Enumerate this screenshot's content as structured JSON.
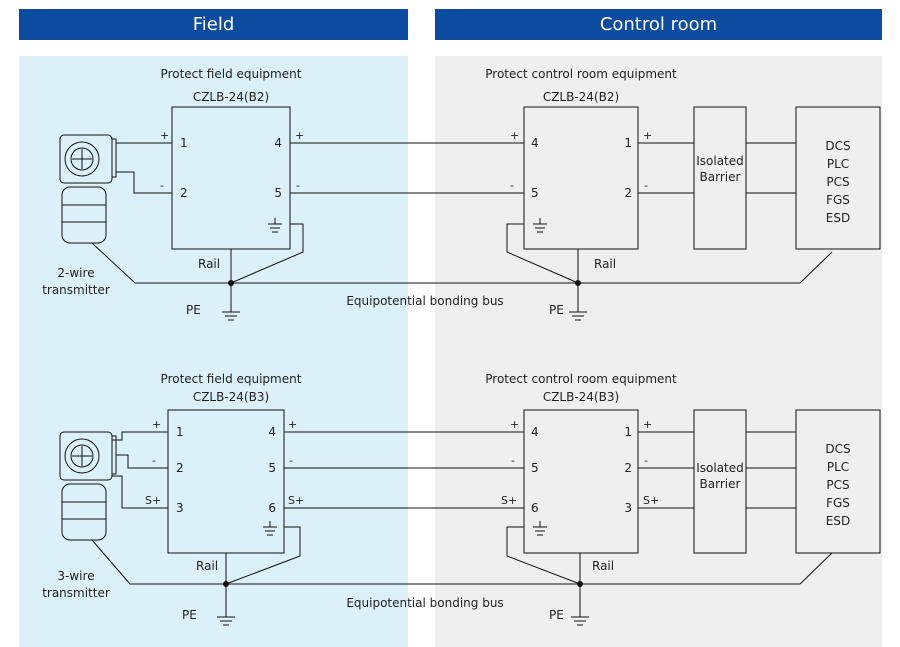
{
  "headers": {
    "field": "Field",
    "control_room": "Control room"
  },
  "colors": {
    "header_blue": "#0b4ba0",
    "field_bg": "#dcf0fa",
    "control_bg": "#efefef",
    "line": "#111111"
  },
  "common": {
    "protect_field": "Protect field equipment",
    "protect_control": "Protect control room equipment",
    "rail": "Rail",
    "pe": "PE",
    "bonding_bus": "Equipotential bonding bus",
    "isolated_barrier": [
      "Isolated",
      "Barrier"
    ],
    "systems": [
      "DCS",
      "PLC",
      "PCS",
      "FGS",
      "ESD"
    ],
    "plus": "+",
    "minus": "-",
    "s_plus": "S+"
  },
  "diagram_top": {
    "model": "CZLB-24(B2)",
    "transmitter": [
      "2-wire",
      "transmitter"
    ],
    "field_left_pins": [
      "1",
      "2"
    ],
    "field_right_pins": [
      "4",
      "5"
    ],
    "ctrl_left_pins": [
      "4",
      "5"
    ],
    "ctrl_right_pins": [
      "1",
      "2"
    ]
  },
  "diagram_bottom": {
    "model": "CZLB-24(B3)",
    "transmitter": [
      "3-wire",
      "transmitter"
    ],
    "field_left_pins": [
      "1",
      "2",
      "3"
    ],
    "field_right_pins": [
      "4",
      "5",
      "6"
    ],
    "ctrl_left_pins": [
      "4",
      "5",
      "6"
    ],
    "ctrl_right_pins": [
      "1",
      "2",
      "3"
    ]
  }
}
